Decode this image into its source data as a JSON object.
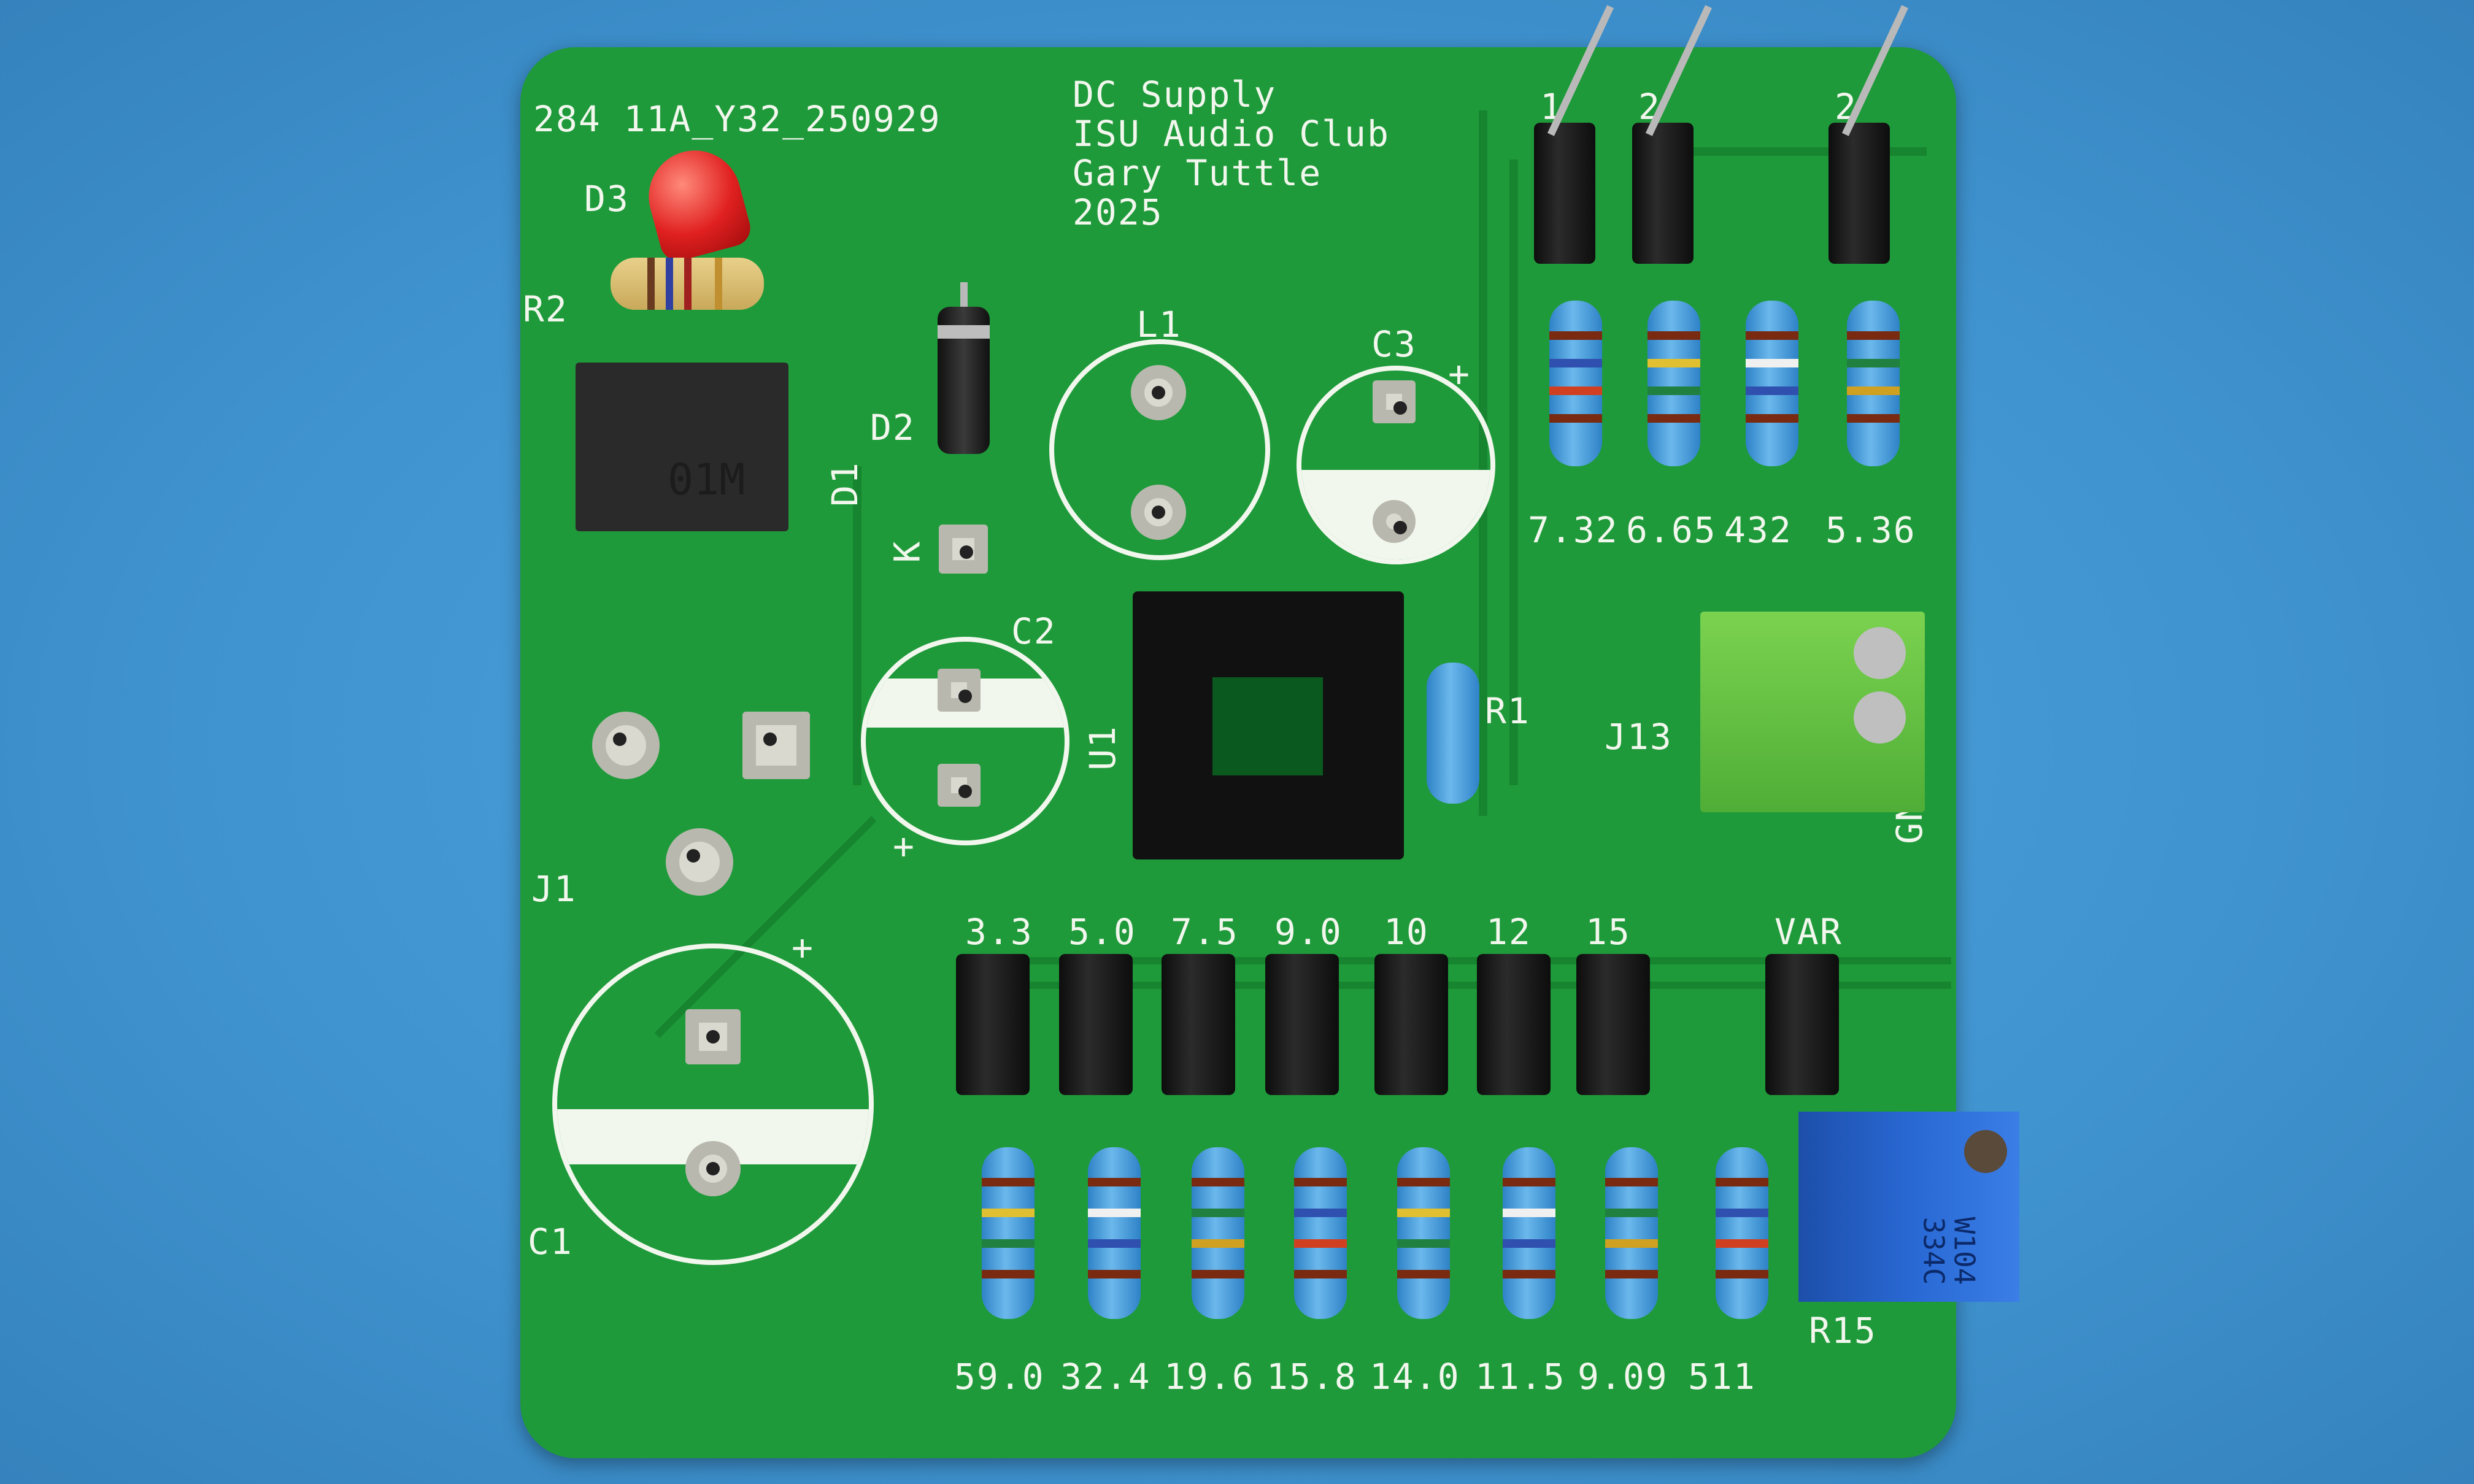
{
  "board": {
    "order_code": "284 11A_Y32_250929",
    "title_lines": [
      "DC Supply",
      "ISU Audio Club",
      "Gary Tuttle",
      "2025"
    ],
    "refdes": {
      "D3": "D3",
      "R2": "R2",
      "D1": "D1",
      "D2": "D2",
      "K": "K",
      "L1": "L1",
      "C3": "C3",
      "C2": "C2",
      "U1": "U1",
      "R1": "R1",
      "J13": "J13",
      "J1": "J1",
      "C1": "C1",
      "R15": "R15",
      "GND": "GN"
    },
    "bridge_marking": "01M",
    "pot_marking": [
      "W104",
      "334C"
    ],
    "top_header_labels": [
      "1",
      "2",
      "2"
    ],
    "top_resistor_values": [
      "7.32",
      "6.65",
      "432",
      "5.36"
    ],
    "voltage_labels": [
      "3.3",
      "5.0",
      "7.5",
      "9.0",
      "10",
      "12",
      "15",
      "VAR"
    ],
    "bottom_resistor_values": [
      "59.0",
      "32.4",
      "19.6",
      "15.8",
      "14.0",
      "11.5",
      "9.09",
      "511"
    ],
    "plus_sign": "+"
  },
  "colors": {
    "pcb": "#1f9a3a",
    "mat": "#4fa3dc",
    "silkscreen": "#f2f7ee",
    "resistor_body": "#4aa0e0",
    "led": "#e02020",
    "terminal": "#5fbf3f",
    "pot": "#2a6ad6"
  }
}
